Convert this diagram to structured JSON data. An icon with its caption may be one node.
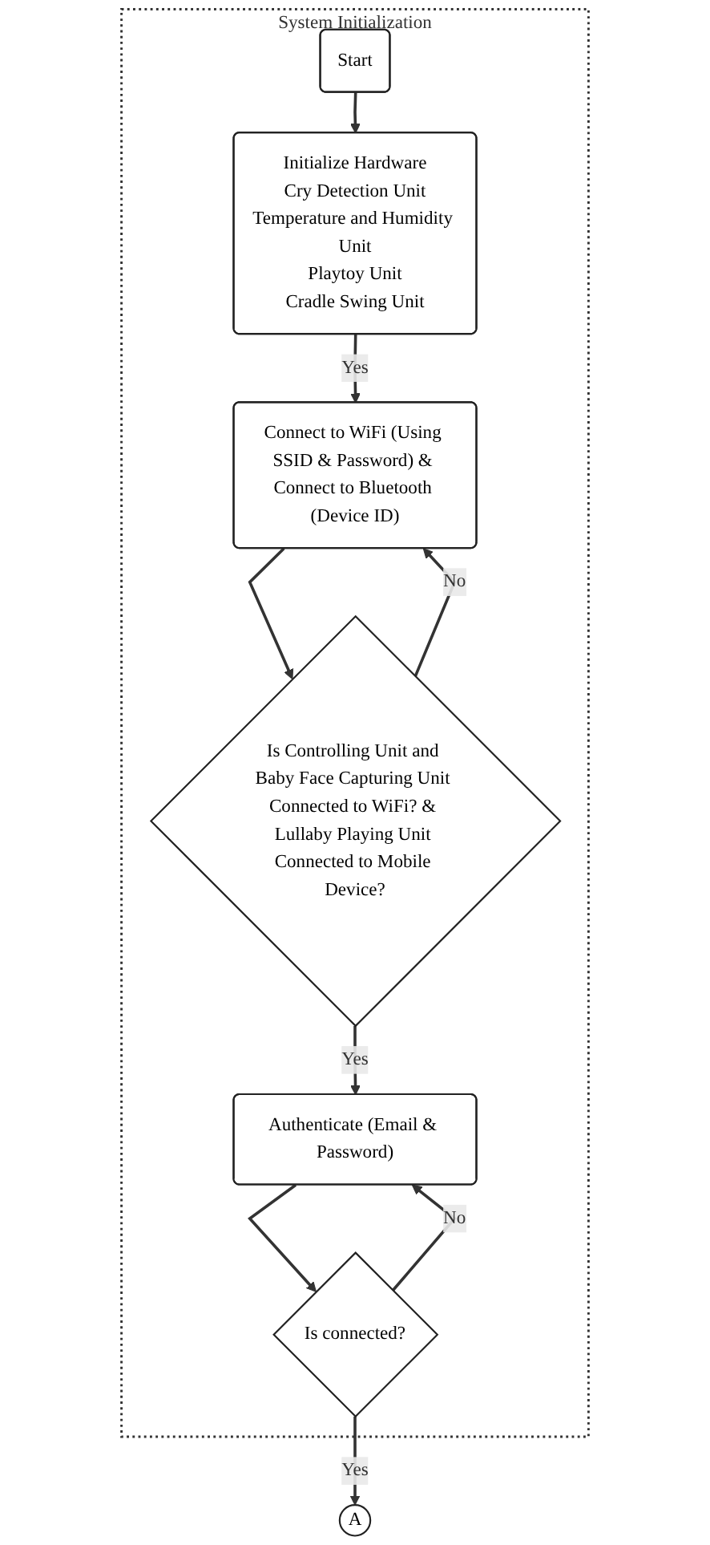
{
  "diagram": {
    "nodes": [
      {
        "text": [
          "System Initialization"
        ]
      },
      {
        "text": [
          "Start"
        ],
        "in": 0
      },
      {
        "text": [
          "Initialize Hardware",
          "Cry Detection Unit",
          "Temperature and Humidity Unit",
          "Playtoy Unit",
          "Cradle Swing Unit"
        ],
        "in": 0
      },
      {
        "text": [
          "Connect to WiFi (Using SSID & Password) & Connect to Bluetooth (Device ID)"
        ],
        "in": 0
      },
      {
        "text": [
          "Is Controlling Unit and Baby Face Capturing Unit Connected to WiFi? & Lullaby Playing Unit Connected to Mobile Device?"
        ],
        "in": 0
      },
      {
        "text": [
          "Authenticate (Email & Password)"
        ],
        "in": 0
      },
      {
        "text": [
          "Is connected?"
        ],
        "in": 0
      },
      {
        "text": [
          "A"
        ]
      }
    ],
    "edges": [
      {
        "from": 1,
        "to": 2,
        "arrow": "to"
      },
      {
        "from": 2,
        "to": 3,
        "arrow": "to",
        "label": "Yes"
      },
      {
        "from": 4,
        "to": 3,
        "arrow": "to",
        "label": "No"
      },
      {
        "from": 3,
        "to": 4,
        "arrow": "to"
      },
      {
        "from": 4,
        "to": 5,
        "arrow": "to",
        "label": "Yes"
      },
      {
        "from": 6,
        "to": 5,
        "arrow": "to",
        "label": "No"
      },
      {
        "from": 5,
        "to": 6,
        "arrow": "to"
      },
      {
        "from": 6,
        "to": 7,
        "arrow": "to",
        "label": "Yes"
      }
    ]
  }
}
